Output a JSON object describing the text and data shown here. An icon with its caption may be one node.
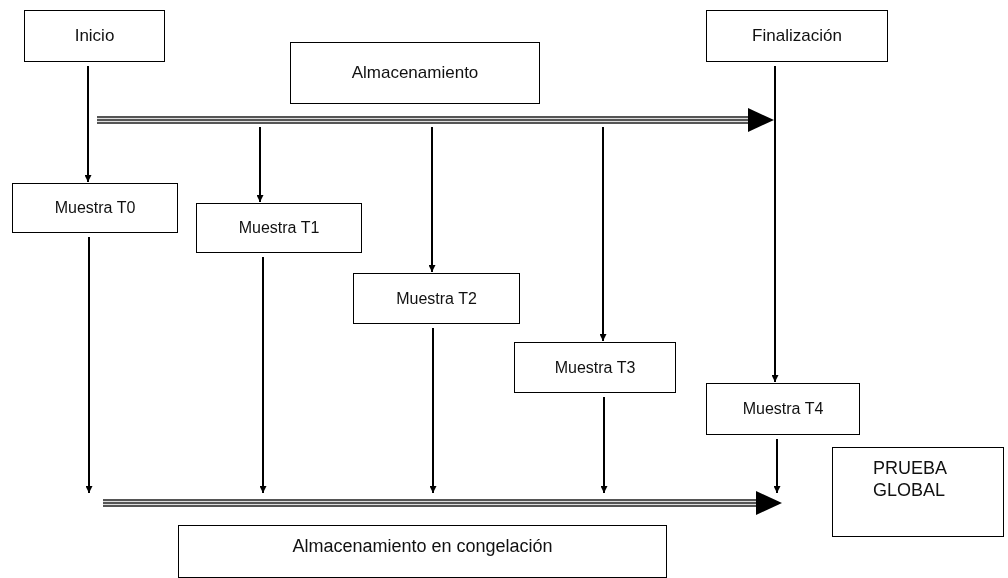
{
  "diagram": {
    "nodes": [
      {
        "text": [
          "Inicio"
        ]
      },
      {
        "text": [
          "Finalización"
        ]
      },
      {
        "text": [
          "Almacenamiento"
        ]
      },
      {
        "text": [
          "Muestra T0"
        ]
      },
      {
        "text": [
          "Muestra T1"
        ]
      },
      {
        "text": [
          "Muestra T2"
        ]
      },
      {
        "text": [
          "Muestra T3"
        ]
      },
      {
        "text": [
          "Muestra T4"
        ]
      },
      {
        "text": [
          "PRUEBA GLOBAL"
        ]
      },
      {
        "text": [
          "Almacenamiento en congelación"
        ]
      }
    ],
    "edges": [
      {
        "from": 0,
        "to": 3,
        "arrow": "to"
      },
      {
        "from": null,
        "to": 4,
        "arrow": "to"
      },
      {
        "from": null,
        "to": 5,
        "arrow": "to"
      },
      {
        "from": null,
        "to": 6,
        "arrow": "to"
      },
      {
        "from": 1,
        "to": 7,
        "arrow": "to"
      },
      {
        "from": 3,
        "to": null,
        "arrow": "to"
      },
      {
        "from": 4,
        "to": null,
        "arrow": "to"
      },
      {
        "from": 5,
        "to": null,
        "arrow": "to"
      },
      {
        "from": 6,
        "to": null,
        "arrow": "to"
      },
      {
        "from": 7,
        "to": null,
        "arrow": "to"
      }
    ]
  }
}
